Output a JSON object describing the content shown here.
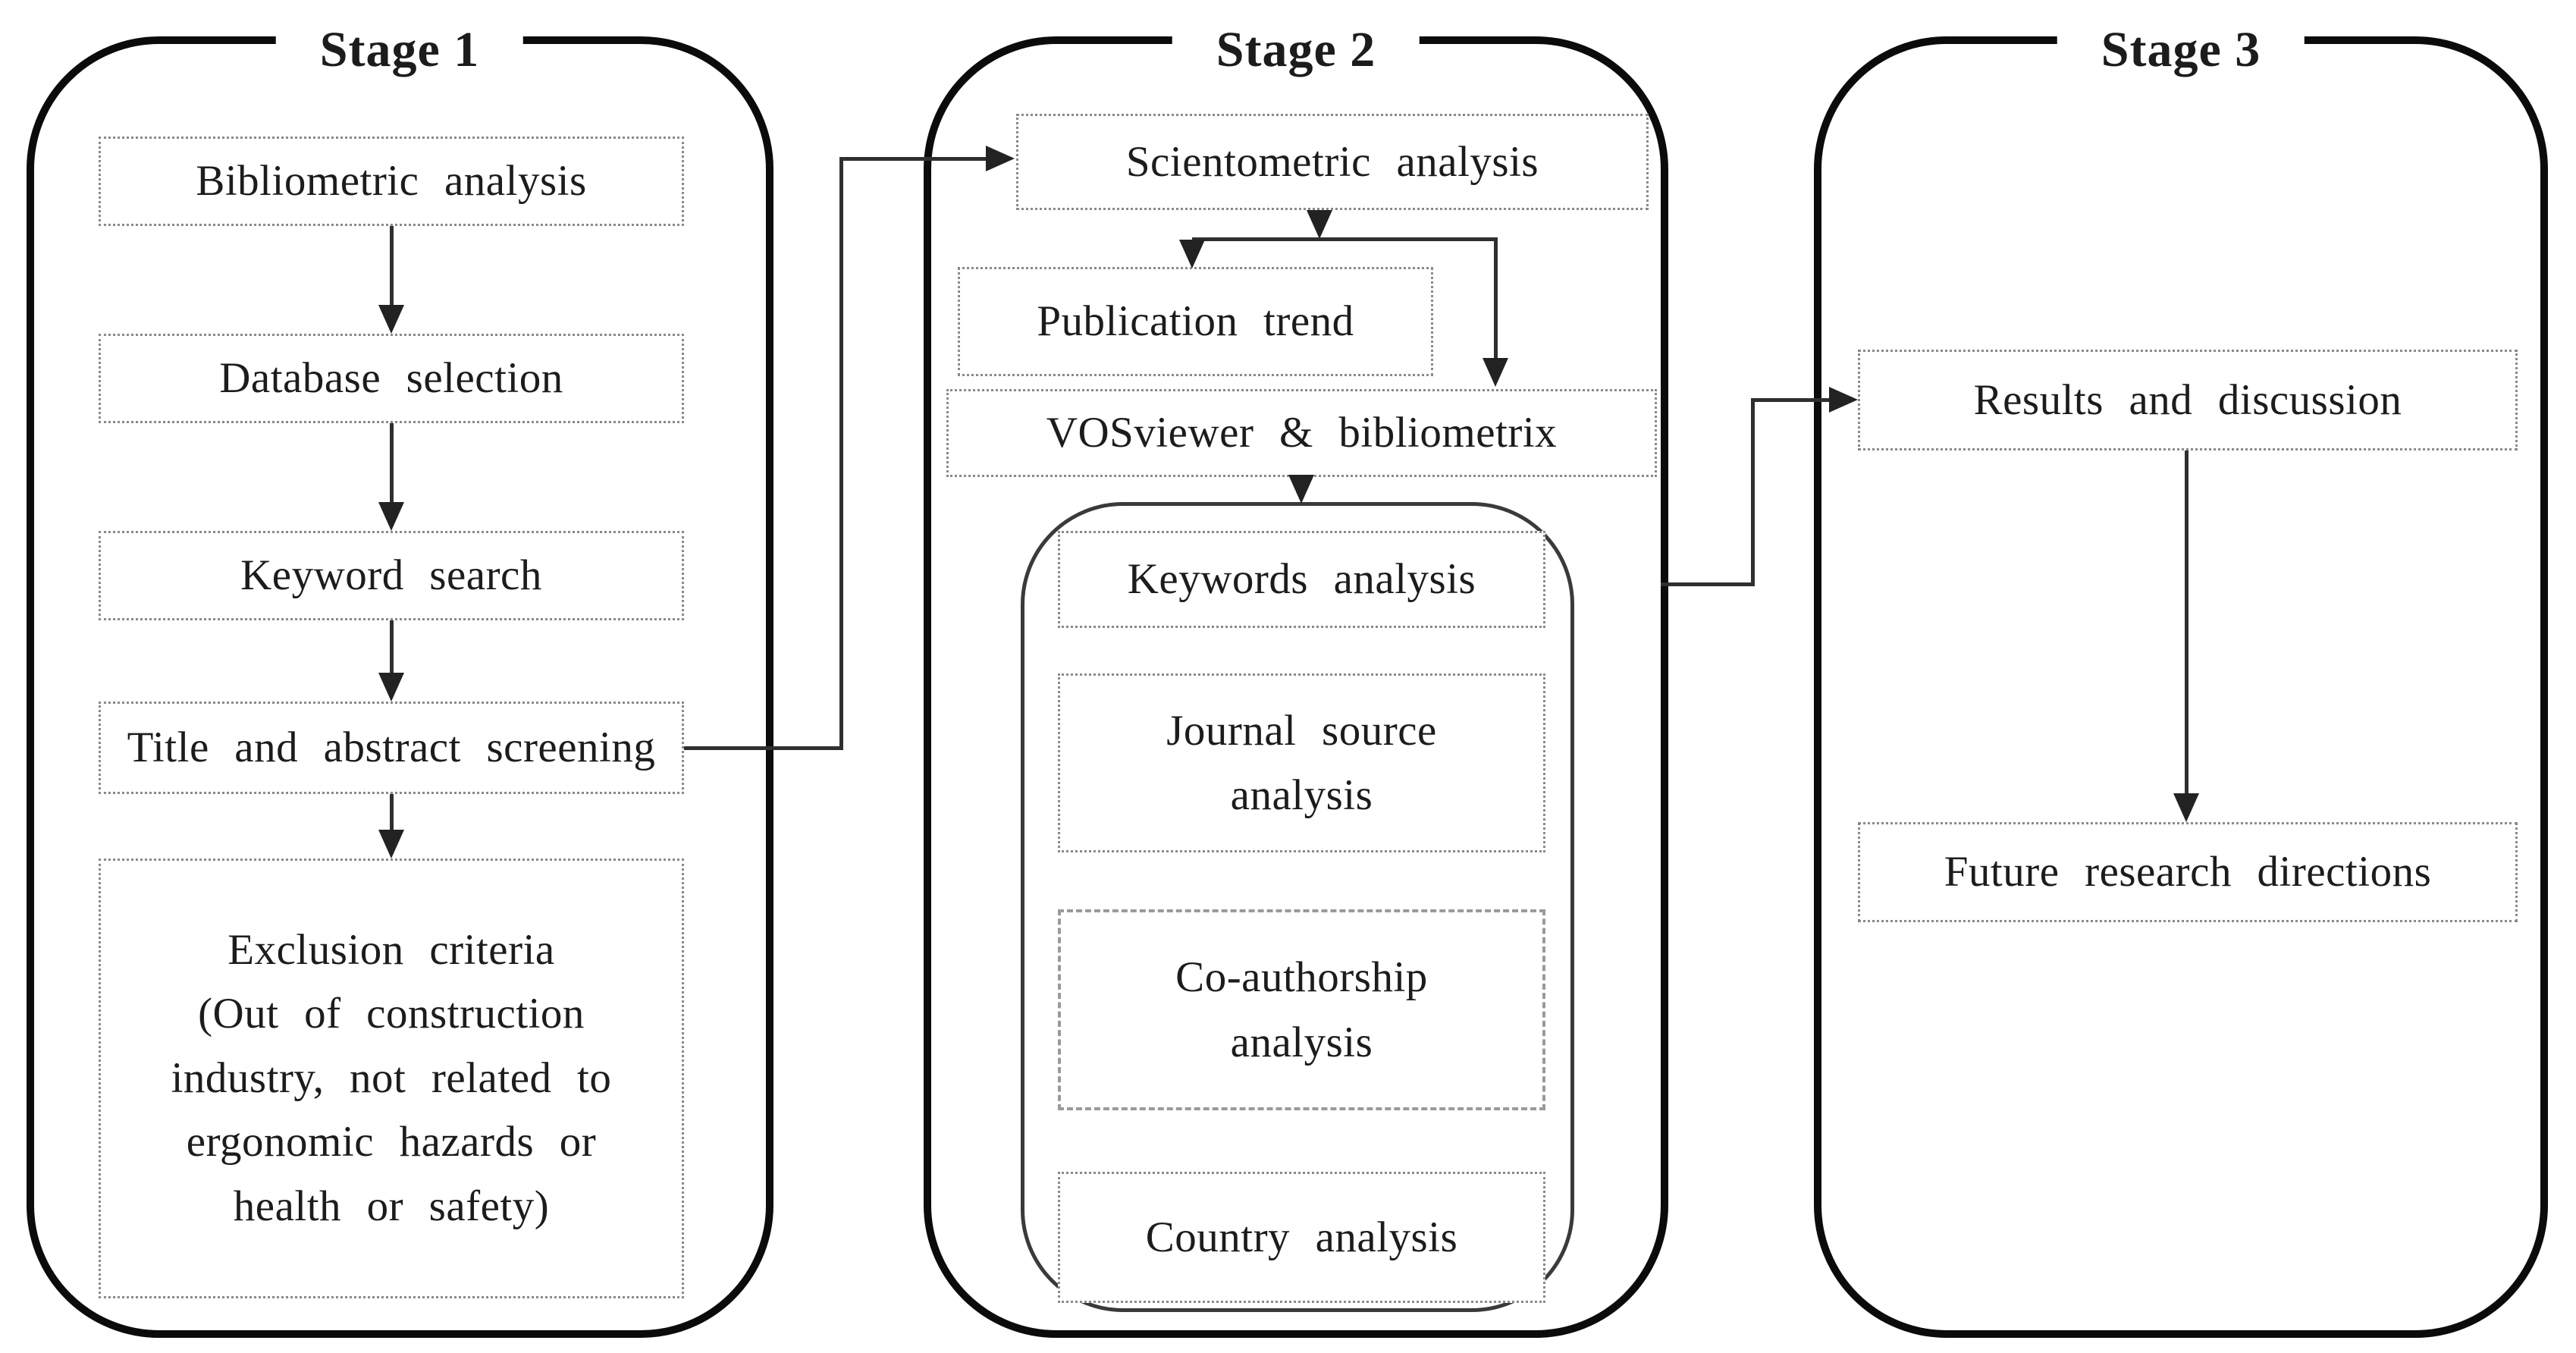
{
  "figure": {
    "stage1": {
      "title": "Stage 1",
      "boxes": {
        "bibliometric": "Bibliometric analysis",
        "database": "Database selection",
        "keyword": "Keyword search",
        "title_abstract": "Title and abstract screening",
        "exclusion_lines": [
          "Exclusion criteria",
          "(Out of construction",
          "industry, not related to",
          "ergonomic hazards or",
          "health or safety)"
        ]
      }
    },
    "stage2": {
      "title": "Stage 2",
      "boxes": {
        "scientometric": "Scientometric analysis",
        "publication_trend": "Publication trend",
        "vosviewer": "VOSviewer & bibliometrix",
        "keywords": "Keywords analysis",
        "journal_lines": [
          "Journal source",
          "analysis"
        ],
        "coauthorship_lines": [
          "Co-authorship",
          "analysis"
        ],
        "country": "Country analysis"
      }
    },
    "stage3": {
      "title": "Stage 3",
      "boxes": {
        "results": "Results and discussion",
        "future": "Future research directions"
      }
    },
    "colors": {
      "stage_outline": "#0b0b0b",
      "inner_outline": "#3a3a3a",
      "connector": "#2f2f2f",
      "box_border": "#8a8a8a",
      "text": "#1c1c1c",
      "background": "#ffffff"
    }
  }
}
